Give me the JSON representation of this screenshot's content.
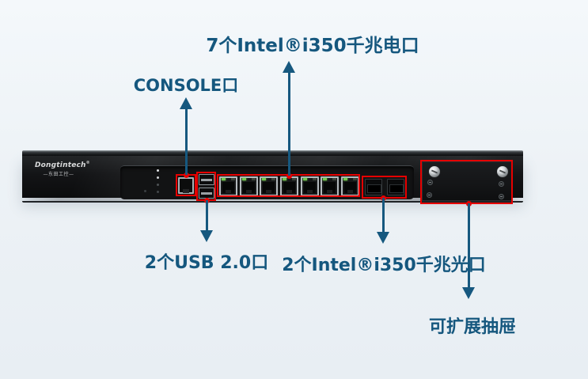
{
  "figure": {
    "type": "product-port-annotation-diagram"
  },
  "colors": {
    "label_text": "#15577e",
    "callout_line": "#16587f",
    "highlight_box": "#e60000",
    "chassis_black": "#131416",
    "background_top": "#f4f8fb",
    "background_bottom": "#e8eef3",
    "led_green": "#72c84e"
  },
  "device": {
    "brand": "Dongtintech",
    "brand_reg": "®",
    "brand_subtitle": "—东田工控—",
    "lan_port_count": 7,
    "usb_port_count": 2,
    "sfp_port_count": 2
  },
  "annotations": {
    "lan": {
      "label": "7个Intel®i350千兆电口"
    },
    "console": {
      "label": "CONSOLE口"
    },
    "usb": {
      "label": "2个USB 2.0口"
    },
    "sfp": {
      "label": "2个Intel®i350千兆光口"
    },
    "drawer": {
      "label": "可扩展抽屉"
    }
  }
}
